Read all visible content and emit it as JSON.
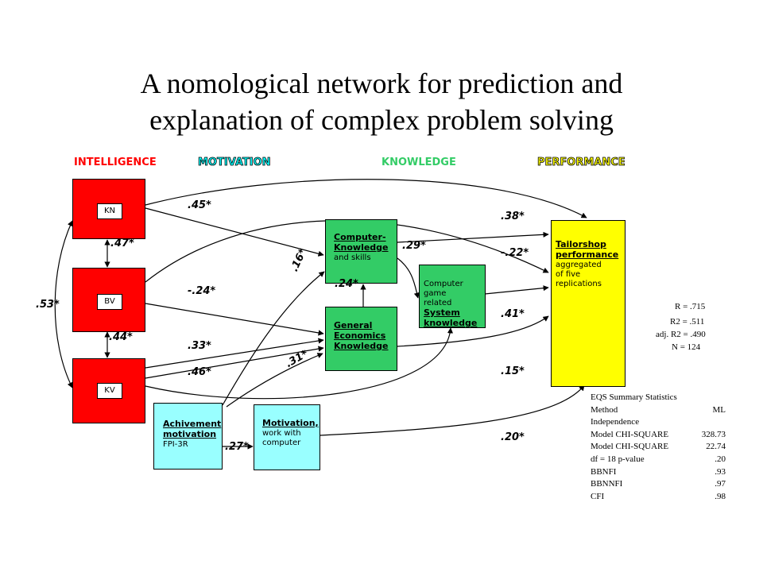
{
  "title": {
    "line1": "A nomological network for prediction and",
    "line2": "explanation of complex problem solving"
  },
  "categories": {
    "intelligence": "INTELLIGENCE",
    "motivation": "MOTIVATION",
    "knowledge": "KNOWLEDGE",
    "performance": "PERFORMANCE"
  },
  "colors": {
    "intelligence": "#ff0000",
    "knowledge": "#33cc66",
    "performance_box": "#ffff00",
    "motivation_box": "#99ffff"
  },
  "boxes": {
    "kn": "KN",
    "bv": "BV",
    "kv": "KV",
    "computer_knowledge": {
      "title1": "Computer-",
      "title2": "Knowledge",
      "sub": "and skills"
    },
    "general_economics": {
      "l1": "General",
      "l2": "Economics",
      "l3": "Knowledge"
    },
    "system_knowledge": {
      "l1": "Computer game",
      "l2": "related",
      "l3": "System",
      "l4": "knowledge"
    },
    "tailorshop": {
      "l1": "Tailorshop",
      "l2": "performance",
      "l3": "aggregated",
      "l4": "of five",
      "l5": "replications"
    },
    "achievement": {
      "l1": "Achivement",
      "l2": "motivation",
      "l3": "FPI-3R"
    },
    "motivation_computer": {
      "l1": "Motivation,",
      "l2": "work with",
      "l3": "computer"
    }
  },
  "coefficients": {
    "kn_perf": ".45*",
    "kn_bv": ".47*",
    "bv_kv": ".44*",
    "kn_kv": ".53*",
    "bv_gek": "-.24*",
    "kv_gek_a": ".33*",
    "kv_gek_b": ".46*",
    "ach_ck": ".16*",
    "ach_gek": ".31*",
    "ach_mot": ".27*",
    "gek_ck": ".24*",
    "ck_sk": ".29*",
    "to_perf_a": ".38*",
    "to_perf_b": "-.22*",
    "to_perf_c": ".41*",
    "to_perf_d": ".15*",
    "to_perf_e": ".20*"
  },
  "fit": {
    "r": "R  = .715",
    "r2": "R2 = .511",
    "adj_r2": "adj. R2 = .490",
    "n": "N =  124"
  },
  "eqs": {
    "heading": "EQS Summary Statistics",
    "rows": [
      {
        "label": "Method",
        "value": "ML"
      },
      {
        "label": "Independence",
        "value": ""
      },
      {
        "label": "Model CHI-SQUARE",
        "value": "328.73"
      },
      {
        "label": "Model CHI-SQUARE",
        "value": "22.74"
      },
      {
        "label": "df = 18   p-value",
        "value": ".20"
      },
      {
        "label": "BBNFI",
        "value": ".93"
      },
      {
        "label": "BBNNFI",
        "value": ".97"
      },
      {
        "label": "CFI",
        "value": ".98"
      }
    ]
  }
}
